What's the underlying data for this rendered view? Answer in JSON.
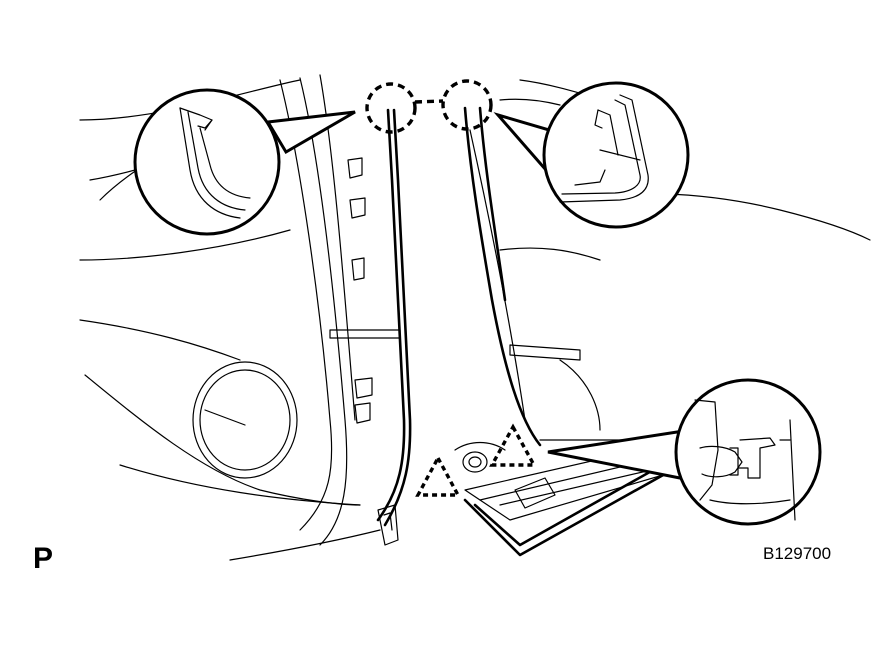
{
  "view_label": "P",
  "figure_code": "B129700",
  "colors": {
    "line": "#000000",
    "background": "#ffffff"
  },
  "callouts": [
    {
      "name": "upper-left-clip-detail"
    },
    {
      "name": "upper-right-clip-detail"
    },
    {
      "name": "lower-right-clip-detail"
    }
  ],
  "markers": [
    {
      "name": "clip-marker-triangle-left"
    },
    {
      "name": "clip-marker-triangle-right"
    }
  ]
}
